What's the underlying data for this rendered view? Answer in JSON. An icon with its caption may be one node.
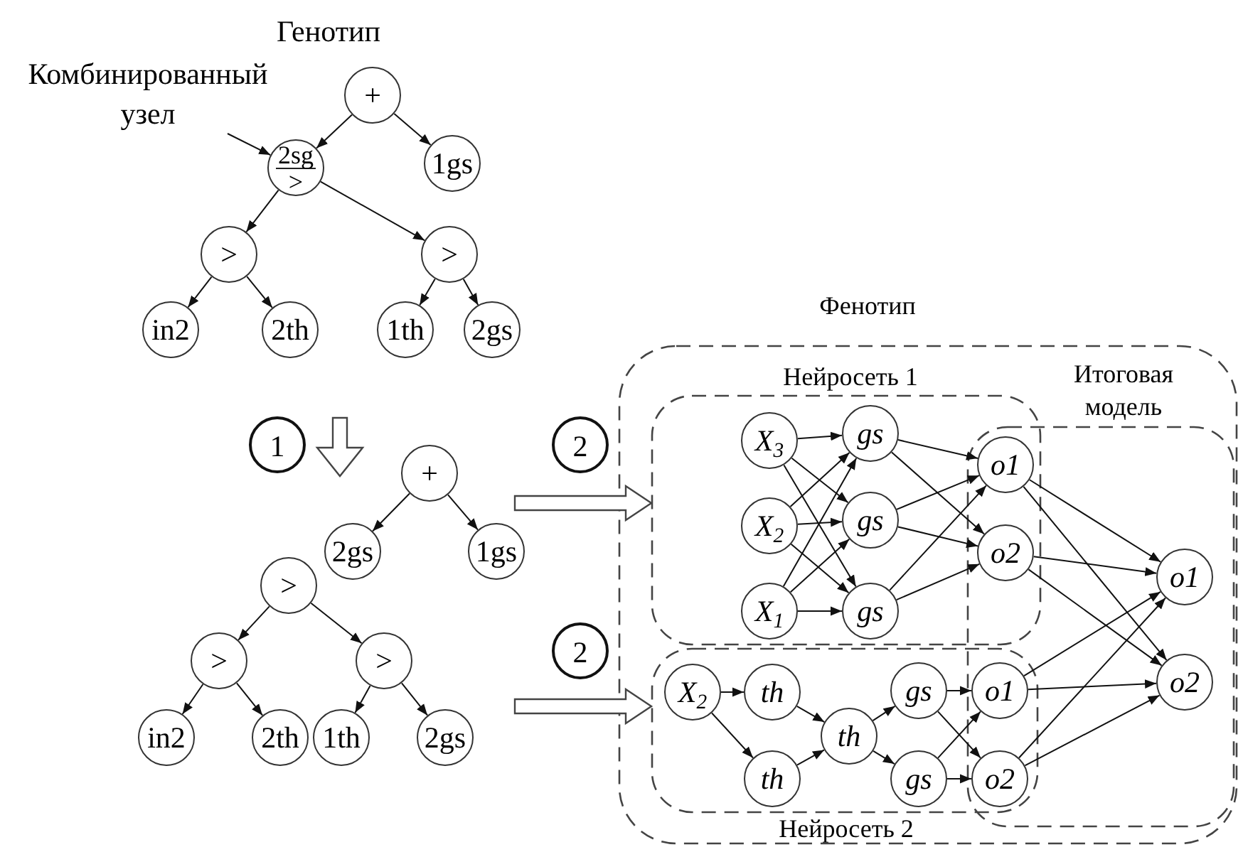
{
  "diagram": {
    "nodes": [
      {
        "text": [
          "Комбинированный узел"
        ]
      },
      {
        "text": [
          "+"
        ]
      },
      {
        "text": [
          "2sg",
          ">"
        ]
      },
      {
        "text": [
          "1gs"
        ]
      },
      {
        "text": [
          ">"
        ]
      },
      {
        "text": [
          ">"
        ]
      },
      {
        "text": [
          "in2"
        ]
      },
      {
        "text": [
          "2th"
        ]
      },
      {
        "text": [
          "1th"
        ]
      },
      {
        "text": [
          "2gs"
        ]
      },
      {
        "text": [
          "1"
        ]
      },
      {
        "text": [
          "+"
        ]
      },
      {
        "text": [
          "2gs"
        ]
      },
      {
        "text": [
          "1gs"
        ]
      },
      {
        "text": [
          ">"
        ]
      },
      {
        "text": [
          ">"
        ]
      },
      {
        "text": [
          ">"
        ]
      },
      {
        "text": [
          "in2"
        ]
      },
      {
        "text": [
          "2th"
        ]
      },
      {
        "text": [
          "1th"
        ]
      },
      {
        "text": [
          "2gs"
        ]
      },
      {
        "text": [
          "2"
        ]
      },
      {
        "text": [
          "2"
        ]
      },
      {
        "text": [
          "Фенотип"
        ]
      },
      {
        "text": [
          "Нейросеть 1"
        ],
        "in": 23
      },
      {
        "text": [
          "Итоговая модель"
        ],
        "in": 23
      },
      {
        "text": [
          "Нейросеть 2"
        ],
        "in": 23
      },
      {
        "text": [
          "X$_{3}$"
        ],
        "in": 24
      },
      {
        "text": [
          "X$_{2}$"
        ],
        "in": 24
      },
      {
        "text": [
          "X$_{1}$"
        ],
        "in": 24
      },
      {
        "text": [
          "gs"
        ],
        "in": 24
      },
      {
        "text": [
          "gs"
        ],
        "in": 24
      },
      {
        "text": [
          "gs"
        ],
        "in": 24
      },
      {
        "text": [
          "o1"
        ]
      },
      {
        "text": [
          "o2"
        ]
      },
      {
        "text": [
          "o1"
        ],
        "in": 25
      },
      {
        "text": [
          "o2"
        ],
        "in": 25
      },
      {
        "text": [
          "X$_{2}$"
        ],
        "in": 26
      },
      {
        "text": [
          "th"
        ],
        "in": 26
      },
      {
        "text": [
          "th"
        ],
        "in": 26
      },
      {
        "text": [
          "th"
        ],
        "in": 26
      },
      {
        "text": [
          "gs"
        ],
        "in": 26
      },
      {
        "text": [
          "gs"
        ],
        "in": 26
      },
      {
        "text": [
          "o1"
        ]
      },
      {
        "text": [
          "o2"
        ]
      }
    ],
    "edges": [
      {
        "from": 1,
        "to": 2,
        "arrow": "to"
      },
      {
        "from": 1,
        "to": 3,
        "arrow": "to"
      },
      {
        "from": 2,
        "to": 4,
        "arrow": "to"
      },
      {
        "from": 2,
        "to": 5,
        "arrow": "to"
      },
      {
        "from": 4,
        "to": 6,
        "arrow": "to"
      },
      {
        "from": 4,
        "to": 7,
        "arrow": "to"
      },
      {
        "from": 5,
        "to": 8,
        "arrow": "to"
      },
      {
        "from": 5,
        "to": 9,
        "arrow": "to"
      },
      {
        "from": 0,
        "to": 2,
        "arrow": "to"
      },
      {
        "from": 11,
        "to": 12,
        "arrow": "to"
      },
      {
        "from": 11,
        "to": 13,
        "arrow": "to"
      },
      {
        "from": 14,
        "to": 15,
        "arrow": "to"
      },
      {
        "from": 14,
        "to": 16,
        "arrow": "to"
      },
      {
        "from": 15,
        "to": 17,
        "arrow": "to"
      },
      {
        "from": 15,
        "to": 18,
        "arrow": "to"
      },
      {
        "from": 16,
        "to": 19,
        "arrow": "to"
      },
      {
        "from": 16,
        "to": 20,
        "arrow": "to"
      },
      {
        "from": 11,
        "to": 10,
        "arrow": "to",
        "style": "thick"
      },
      {
        "from": null,
        "to": 24,
        "arrow": "to",
        "style": "thick"
      },
      {
        "from": null,
        "to": 26,
        "arrow": "to",
        "style": "thick"
      },
      {
        "from": 27,
        "to": 30,
        "arrow": "to"
      },
      {
        "from": 27,
        "to": 31,
        "arrow": "to"
      },
      {
        "from": 27,
        "to": 32,
        "arrow": "to"
      },
      {
        "from": 28,
        "to": 30,
        "arrow": "to"
      },
      {
        "from": 28,
        "to": 31,
        "arrow": "to"
      },
      {
        "from": 28,
        "to": 32,
        "arrow": "to"
      },
      {
        "from": 29,
        "to": 30,
        "arrow": "to"
      },
      {
        "from": 29,
        "to": 31,
        "arrow": "to"
      },
      {
        "from": 29,
        "to": 32,
        "arrow": "to"
      },
      {
        "from": 30,
        "to": 33,
        "arrow": "to"
      },
      {
        "from": 30,
        "to": 34,
        "arrow": "to"
      },
      {
        "from": 31,
        "to": 33,
        "arrow": "to"
      },
      {
        "from": 31,
        "to": 34,
        "arrow": "to"
      },
      {
        "from": 32,
        "to": 33,
        "arrow": "to"
      },
      {
        "from": 32,
        "to": 34,
        "arrow": "to"
      },
      {
        "from": 33,
        "to": 35,
        "arrow": "to"
      },
      {
        "from": 33,
        "to": 36,
        "arrow": "to"
      },
      {
        "from": 34,
        "to": 35,
        "arrow": "to"
      },
      {
        "from": 34,
        "to": 36,
        "arrow": "to"
      },
      {
        "from": 43,
        "to": 35,
        "arrow": "to"
      },
      {
        "from": 43,
        "to": 36,
        "arrow": "to"
      },
      {
        "from": 44,
        "to": 35,
        "arrow": "to"
      },
      {
        "from": 44,
        "to": 36,
        "arrow": "to"
      },
      {
        "from": 37,
        "to": 38,
        "arrow": "to"
      },
      {
        "from": 37,
        "to": 39,
        "arrow": "to"
      },
      {
        "from": 38,
        "to": 40,
        "arrow": "to"
      },
      {
        "from": 39,
        "to": 40,
        "arrow": "to"
      },
      {
        "from": 40,
        "to": 41,
        "arrow": "to"
      },
      {
        "from": 40,
        "to": 42,
        "arrow": "to"
      },
      {
        "from": 41,
        "to": 43,
        "arrow": "to"
      },
      {
        "from": 41,
        "to": 44,
        "arrow": "to"
      },
      {
        "from": 42,
        "to": 43,
        "arrow": "to"
      },
      {
        "from": 42,
        "to": 44,
        "arrow": "to"
      }
    ],
    "labels": [
      "Генотип"
    ]
  }
}
